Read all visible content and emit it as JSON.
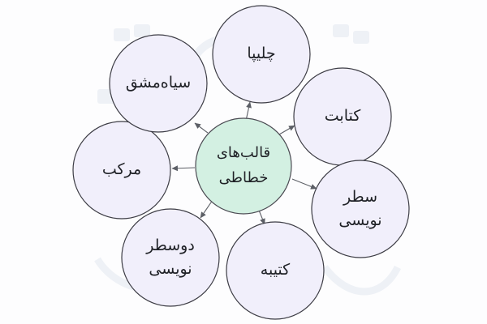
{
  "center": {
    "label": "قالب‌های\nخطاطی",
    "fill": "#d3f0e2",
    "stroke": "#4a4a52"
  },
  "nodes": [
    {
      "id": "chalipa",
      "label": "چلیپا"
    },
    {
      "id": "ketabat",
      "label": "کتابت"
    },
    {
      "id": "satr-nevisi",
      "label": "سطر\nنویسی"
    },
    {
      "id": "katibeh",
      "label": "کتیبه"
    },
    {
      "id": "dosatr-nevisi",
      "label": "دوسطر\nنویسی"
    },
    {
      "id": "morakkab",
      "label": "مرکب"
    },
    {
      "id": "siahmashgh",
      "label": "سیاه‌مشق"
    }
  ],
  "colors": {
    "node_fill": "#f1effb",
    "node_stroke": "#3c3c44",
    "arrow": "#5c5f66",
    "watermark": "#eef1f6"
  }
}
